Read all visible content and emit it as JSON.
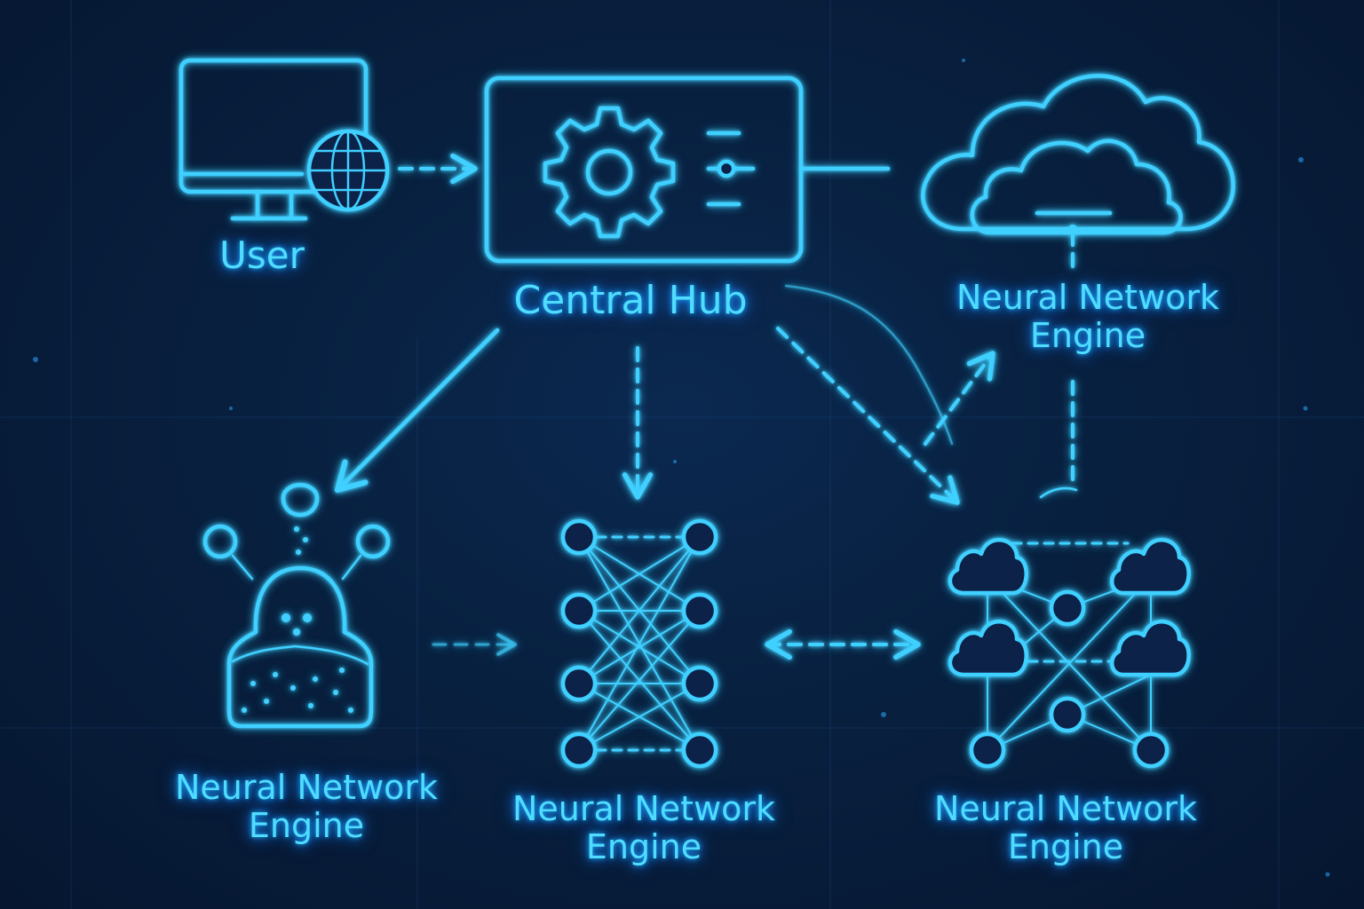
{
  "nodes": {
    "user": {
      "label": "User",
      "icon": "monitor-globe-icon"
    },
    "hub": {
      "label": "Central Hub",
      "icon": "gear-control-panel-icon"
    },
    "cloud_engine": {
      "label": "Neural Network\nEngine",
      "icon": "cloud-icon"
    },
    "bottom_left_engine": {
      "label": "Neural Network\nEngine",
      "icon": "blob-engine-icon"
    },
    "bottom_middle_engine": {
      "label": "Neural Network\nEngine",
      "icon": "neural-network-icon"
    },
    "bottom_right_engine": {
      "label": "Neural Network\nEngine",
      "icon": "cloud-network-icon"
    }
  },
  "colors": {
    "background": "#071a36",
    "neon": "#3fd0ff",
    "glow": "#1a86ff"
  }
}
